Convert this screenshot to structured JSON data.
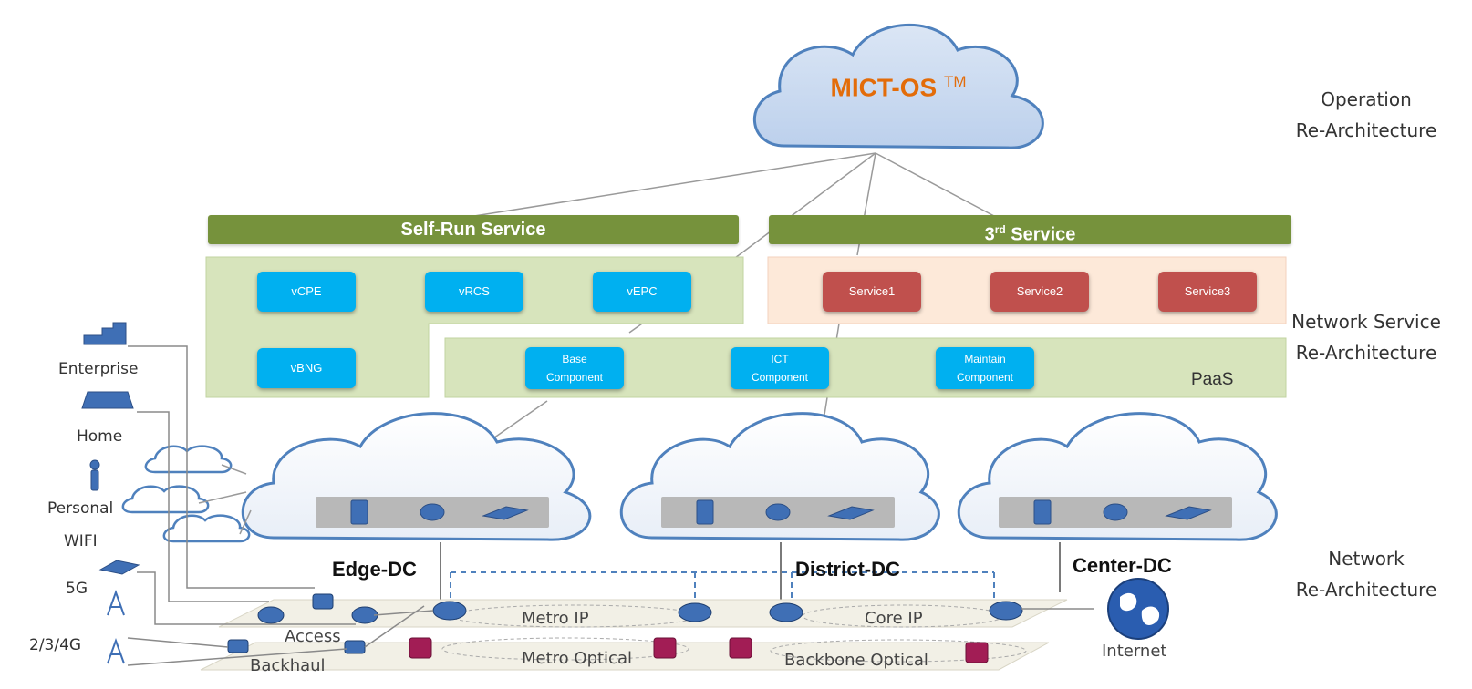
{
  "os_cloud": {
    "label": "MICT-OS",
    "tm": "TM"
  },
  "right_labels": {
    "operation_line1": "Operation",
    "operation_line2": "Re-Architecture",
    "network_service_line1": "Network Service",
    "network_service_line2": "Re-Architecture",
    "network_line1": "Network",
    "network_line2": "Re-Architecture"
  },
  "self_run": {
    "title": "Self-Run Service",
    "vnfs": [
      "vCPE",
      "vRCS",
      "vEPC",
      "vBNG"
    ]
  },
  "third_service": {
    "title_prefix": "3",
    "title_sup": "rd",
    "title_suffix": " Service",
    "services": [
      "Service1",
      "Service2",
      "Service3"
    ]
  },
  "paas": {
    "label": "PaaS",
    "components": [
      {
        "line1": "Base",
        "line2": "Component"
      },
      {
        "line1": "ICT",
        "line2": "Component"
      },
      {
        "line1": "Maintain",
        "line2": "Component"
      }
    ]
  },
  "dcs": [
    "Edge-DC",
    "District-DC",
    "Center-DC"
  ],
  "left_labels": {
    "enterprise": "Enterprise",
    "home": "Home",
    "personal": "Personal",
    "wifi": "WIFI",
    "g5": "5G",
    "g234": "2/3/4G"
  },
  "network_labels": {
    "access": "Access",
    "backhaul": "Backhaul",
    "metro_ip": "Metro IP",
    "metro_optical": "Metro Optical",
    "core_ip": "Core IP",
    "backbone_optical": "Backbone Optical",
    "internet": "Internet"
  },
  "colors": {
    "green_bar": "#76923c",
    "green_panel": "#d7e4bc",
    "orange_panel": "#fde9d9",
    "vnf_blue": "#00b0f0",
    "service_red": "#c0504d",
    "cloud_fill": "#c5d9f1",
    "cloud_stroke": "#4f81bd",
    "os_orange": "#e36c09"
  }
}
